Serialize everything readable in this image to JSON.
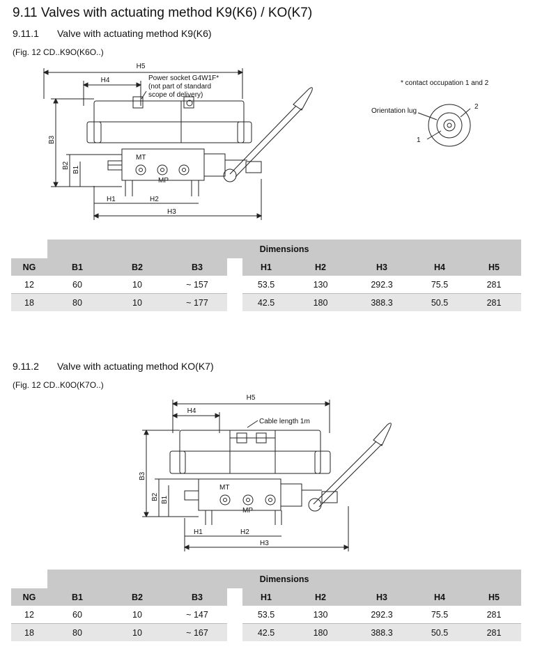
{
  "title": "9.11 Valves with actuating method K9(K6) / KO(K7)",
  "sections": [
    {
      "number": "9.11.1",
      "title": "Valve with actuating method K9(K6)",
      "figure_caption": "(Fig. 12 CD..K9O(K6O..)",
      "figure": {
        "labels": {
          "H5": "H5",
          "H4": "H4",
          "H3": "H3",
          "H2": "H2",
          "H1": "H1",
          "B3": "B3",
          "B2": "B2",
          "B1": "B1",
          "MT": "MT",
          "MP": "MP"
        },
        "callout_lines": [
          "Power socket G4W1F*",
          "(not part of standard",
          "scope of delivery)"
        ],
        "contact_note": "* contact occupation 1 and 2",
        "orientation_lug": "Orientation lug",
        "pin1": "1",
        "pin2": "2"
      },
      "table": {
        "caption": "Dimensions",
        "headers_left": [
          "NG",
          "B1",
          "B2",
          "B3"
        ],
        "headers_right": [
          "H1",
          "H2",
          "H3",
          "H4",
          "H5"
        ],
        "rows": [
          {
            "left": [
              "12",
              "60",
              "10",
              "~ 157"
            ],
            "right": [
              "53.5",
              "130",
              "292.3",
              "75.5",
              "281"
            ]
          },
          {
            "left": [
              "18",
              "80",
              "10",
              "~ 177"
            ],
            "right": [
              "42.5",
              "180",
              "388.3",
              "50.5",
              "281"
            ]
          }
        ]
      }
    },
    {
      "number": "9.11.2",
      "title": "Valve with actuating method KO(K7)",
      "figure_caption": "(Fig. 12 CD..K0O(K7O..)",
      "figure": {
        "labels": {
          "H5": "H5",
          "H4": "H4",
          "H3": "H3",
          "H2": "H2",
          "H1": "H1",
          "B3": "B3",
          "B2": "B2",
          "B1": "B1",
          "MT": "MT",
          "MP": "MP"
        },
        "cable_note": "Cable length 1m"
      },
      "table": {
        "caption": "Dimensions",
        "headers_left": [
          "NG",
          "B1",
          "B2",
          "B3"
        ],
        "headers_right": [
          "H1",
          "H2",
          "H3",
          "H4",
          "H5"
        ],
        "rows": [
          {
            "left": [
              "12",
              "60",
              "10",
              "~ 147"
            ],
            "right": [
              "53.5",
              "130",
              "292.3",
              "75.5",
              "281"
            ]
          },
          {
            "left": [
              "18",
              "80",
              "10",
              "~ 167"
            ],
            "right": [
              "42.5",
              "180",
              "388.3",
              "50.5",
              "281"
            ]
          }
        ]
      }
    }
  ]
}
